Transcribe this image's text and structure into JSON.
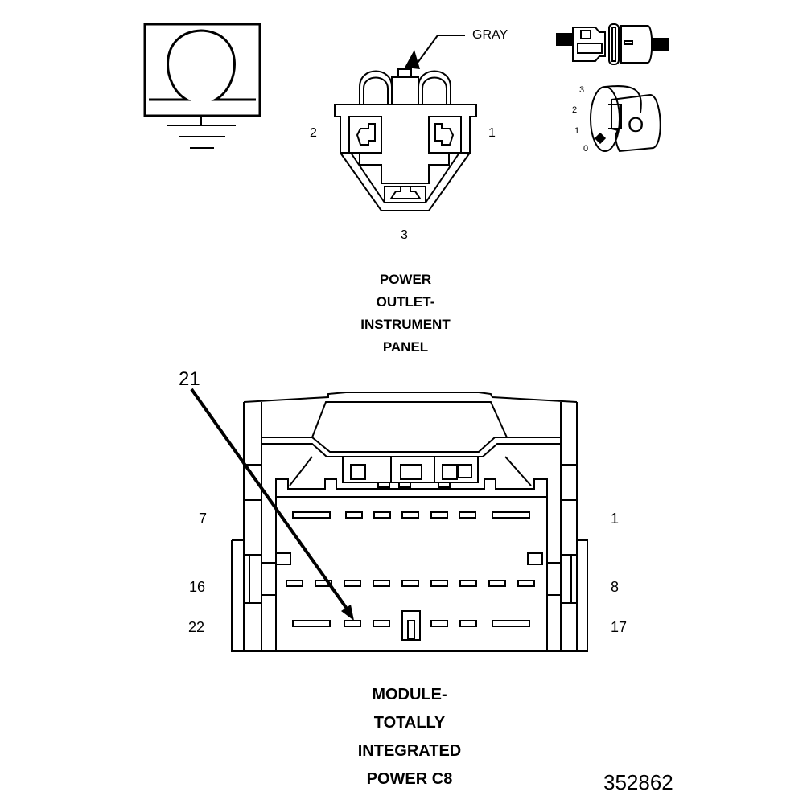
{
  "outlet_connector": {
    "wire_color_label": "GRAY",
    "pin_labels": [
      "2",
      "1",
      "3"
    ],
    "caption_lines": [
      "POWER",
      "OUTLET-",
      "INSTRUMENT",
      "PANEL"
    ]
  },
  "ignition_key_icon": {
    "positions": [
      "3",
      "2",
      "1",
      "0"
    ],
    "key_glyph": "O"
  },
  "module_connector": {
    "callout": "21",
    "pin_labels": {
      "row1_left": "7",
      "row1_right": "1",
      "row2_left": "16",
      "row2_right": "8",
      "row3_left": "22",
      "row3_right": "17"
    },
    "caption_lines": [
      "MODULE-",
      "TOTALLY",
      "INTEGRATED",
      "POWER C8"
    ]
  },
  "figure_number": "352862"
}
